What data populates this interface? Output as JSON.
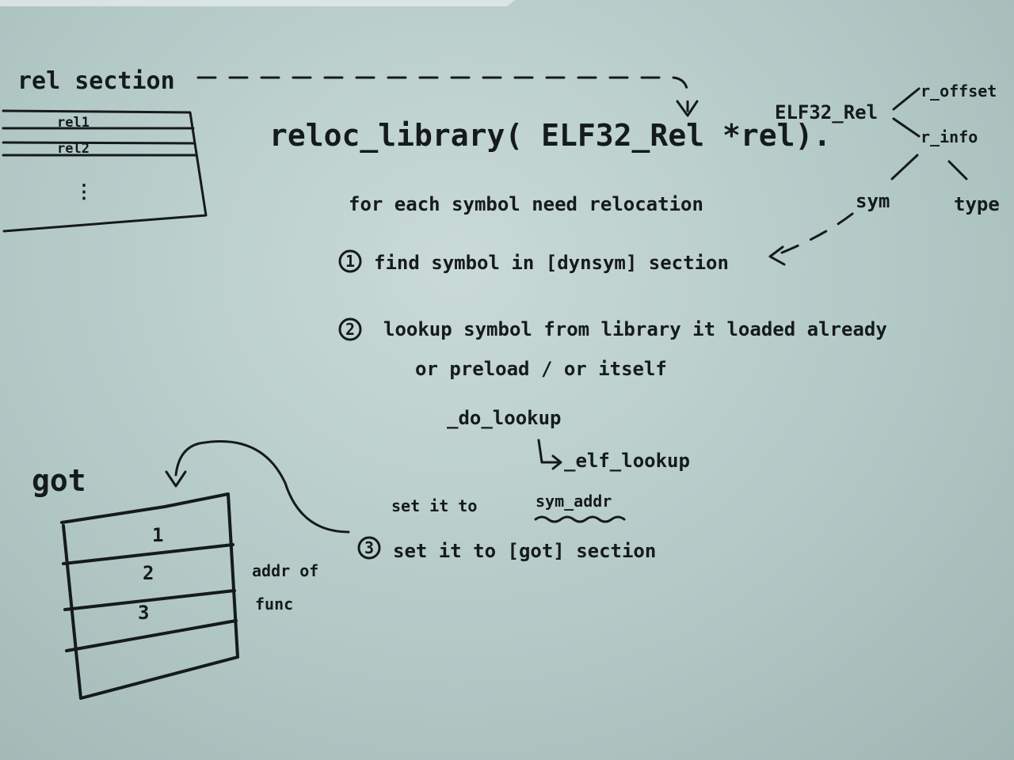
{
  "rel_section": {
    "label": "rel section",
    "rows": [
      "rel1",
      "rel2",
      "⋮"
    ]
  },
  "function_signature": "reloc_library( ELF32_Rel *rel).",
  "elf32_rel": {
    "label": "ELF32_Rel",
    "fields": [
      "r_offset",
      "r_info"
    ],
    "r_info_parts": [
      "sym",
      "type"
    ]
  },
  "loop_label": "for each symbol need relocation",
  "steps": [
    {
      "number": "1",
      "text": "find symbol in [dynsym] section"
    },
    {
      "number": "2",
      "text": "lookup symbol from library it loaded already",
      "continuation": "or preload / or itself"
    },
    {
      "number": "3",
      "text": "set it to [got] section"
    }
  ],
  "lookup_calls": [
    "_do_lookup",
    "_elf_lookup"
  ],
  "set_note": {
    "prefix": "set it to",
    "target": "sym_addr"
  },
  "got": {
    "label": "got",
    "rows": [
      "1",
      "2",
      "3",
      ""
    ],
    "side_note": [
      "addr of",
      "func"
    ]
  }
}
